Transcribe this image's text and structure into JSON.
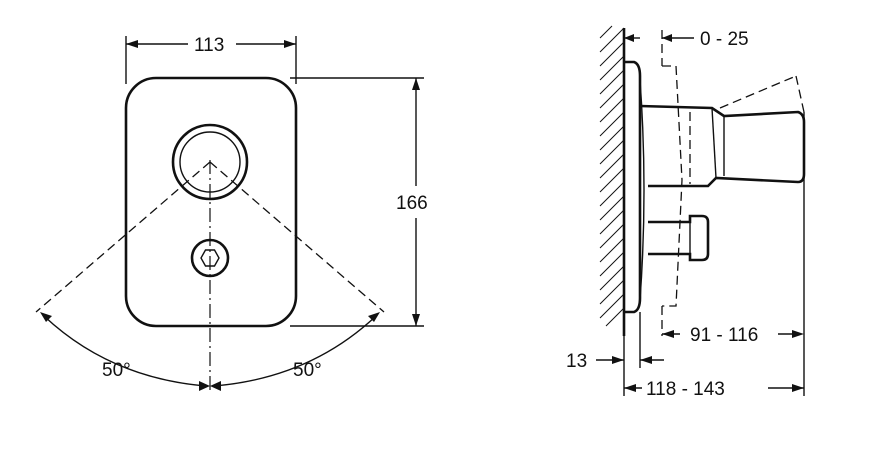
{
  "front_view": {
    "width_label": "113",
    "height_label": "166",
    "angle_left_label": "50°",
    "angle_right_label": "50°"
  },
  "side_view": {
    "adjust_label": "0 - 25",
    "projection_label": "91 - 116",
    "plate_label": "13",
    "overall_label": "118 - 143"
  }
}
